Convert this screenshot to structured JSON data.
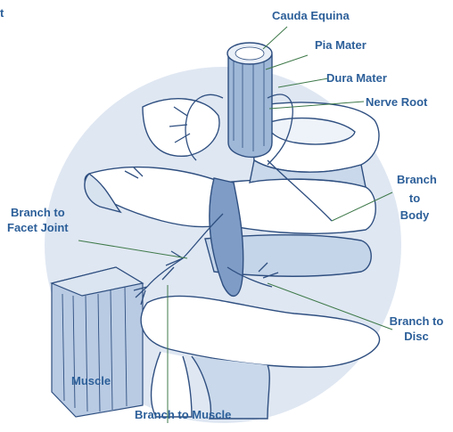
{
  "colors": {
    "label": "#2c5f99",
    "ink": "#2f4f80",
    "wash": "#dfe7f2",
    "bone": "#ffffff",
    "leader": "#3f7a4a"
  },
  "labels": {
    "corner_fragment": "t",
    "cauda_equina": "Cauda Equina",
    "pia_mater": "Pia Mater",
    "dura_mater": "Dura Mater",
    "nerve_root": "Nerve Root",
    "branch_to_body": [
      "Branch",
      "to",
      "Body"
    ],
    "branch_to_facet_joint": [
      "Branch to",
      "Facet Joint"
    ],
    "branch_to_disc": [
      "Branch to",
      "Disc"
    ],
    "muscle": "Muscle",
    "branch_to_muscle": "Branch to Muscle"
  }
}
